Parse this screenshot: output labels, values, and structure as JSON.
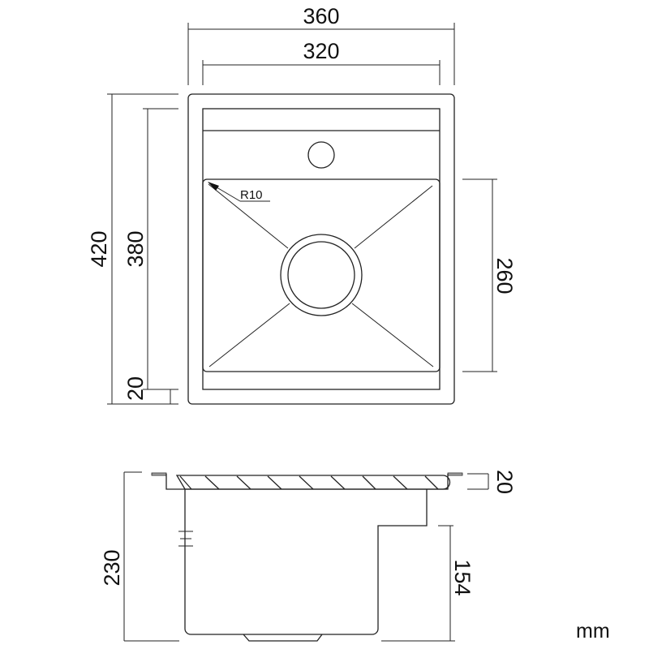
{
  "dimensions": {
    "overall_width": "360",
    "inner_width": "320",
    "overall_length": "420",
    "inner_length": "380",
    "edge_offset": "20",
    "bowl_length": "260",
    "corner_radius": "R10",
    "total_depth": "230",
    "flange_height": "20",
    "bowl_depth": "154"
  },
  "units": "mm"
}
